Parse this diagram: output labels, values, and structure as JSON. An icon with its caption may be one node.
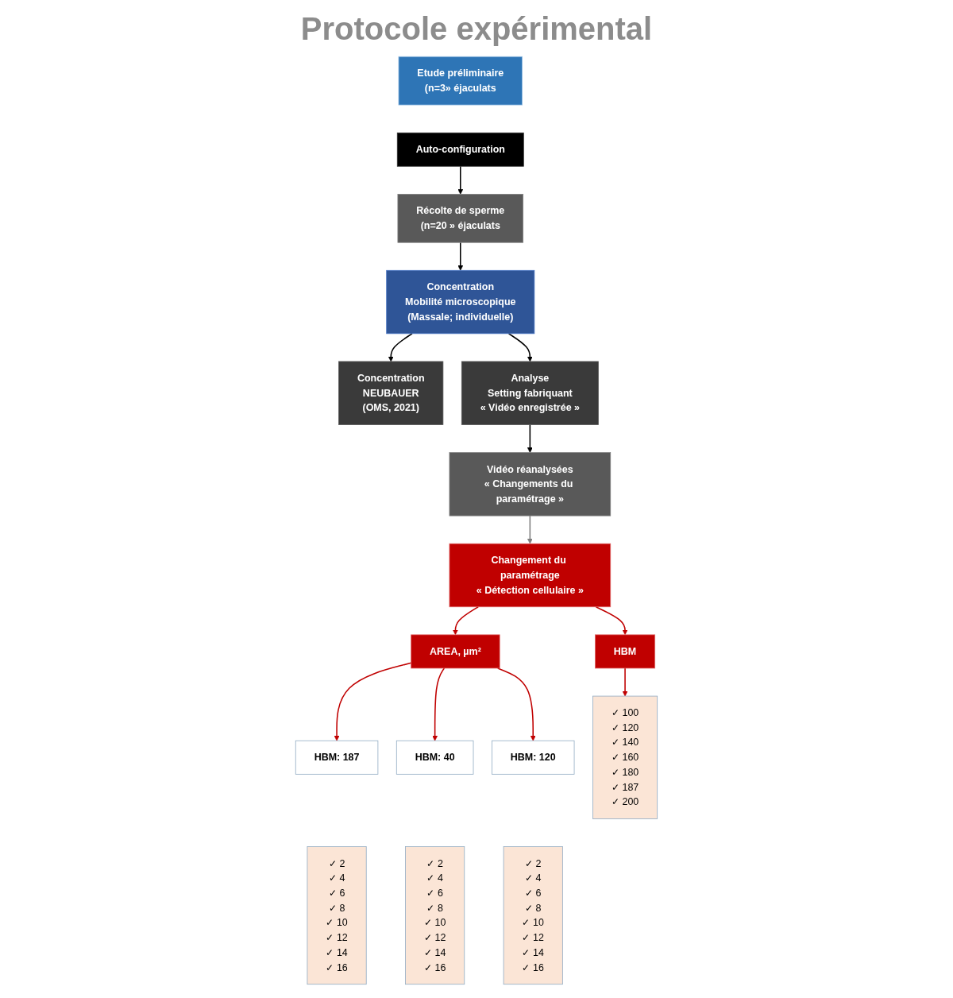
{
  "diagram": {
    "title": "Protocole expérimental",
    "nodes": [
      {
        "text": [
          "Etude préliminaire",
          "(n=3» éjaculats"
        ]
      },
      {
        "text": [
          "Auto-configuration"
        ]
      },
      {
        "text": [
          "Récolte de sperme",
          "(n=20 » éjaculats"
        ]
      },
      {
        "text": [
          "Concentration",
          "Mobilité microscopique",
          "(Massale; individuelle)"
        ]
      },
      {
        "text": [
          "Concentration",
          "NEUBAUER",
          "(OMS, 2021)"
        ]
      },
      {
        "text": [
          "Analyse",
          "Setting fabriquant",
          "« Vidéo enregistrée »"
        ]
      },
      {
        "text": [
          "Vidéo réanalysées",
          "« Changements du paramétrage »"
        ]
      },
      {
        "text": [
          "Changement du paramétrage",
          "« Détection cellulaire »"
        ]
      },
      {
        "text": [
          "HBM"
        ]
      },
      {
        "text": [
          "AREA, µm²"
        ]
      },
      {
        "text": [
          "HBM: 187"
        ]
      },
      {
        "text": [
          "HBM: 40"
        ]
      },
      {
        "text": [
          "HBM: 120"
        ]
      },
      {
        "text": [
          "✓ 100",
          "✓ 120",
          "✓ 140",
          "✓ 160",
          "✓ 180",
          "✓ 187",
          "✓ 200"
        ]
      },
      {
        "text": [
          "✓ 2",
          "✓ 4",
          "✓ 6",
          "✓ 8",
          "✓ 10",
          "✓ 12",
          "✓ 14",
          "✓ 16"
        ]
      },
      {
        "text": [
          "✓ 2",
          "✓ 4",
          "✓ 6",
          "✓ 8",
          "✓ 10",
          "✓ 12",
          "✓ 14",
          "✓ 16"
        ]
      },
      {
        "text": [
          "✓ 2",
          "✓ 4",
          "✓ 6",
          "✓ 8",
          "✓ 10",
          "✓ 12",
          "✓ 14",
          "✓ 16"
        ]
      }
    ],
    "edges": [
      {
        "from": 1,
        "to": 2,
        "arrow": "to",
        "color": "#000000"
      },
      {
        "from": 2,
        "to": 3,
        "arrow": "to",
        "color": "#000000"
      },
      {
        "from": 3,
        "to": 4,
        "arrow": "to",
        "color": "#000000"
      },
      {
        "from": 3,
        "to": 5,
        "arrow": "to",
        "color": "#000000"
      },
      {
        "from": 5,
        "to": 6,
        "arrow": "to",
        "color": "#000000"
      },
      {
        "from": 6,
        "to": 7,
        "arrow": "to",
        "color": "#7f7f7f"
      },
      {
        "from": 7,
        "to": 8,
        "arrow": "to"
      },
      {
        "from": 7,
        "to": 9,
        "arrow": "to"
      },
      {
        "from": 8,
        "to": 13,
        "arrow": "to"
      },
      {
        "from": 9,
        "to": 10,
        "arrow": "to"
      },
      {
        "from": 9,
        "to": 11,
        "arrow": "to"
      },
      {
        "from": 9,
        "to": 12,
        "arrow": "to"
      }
    ]
  }
}
